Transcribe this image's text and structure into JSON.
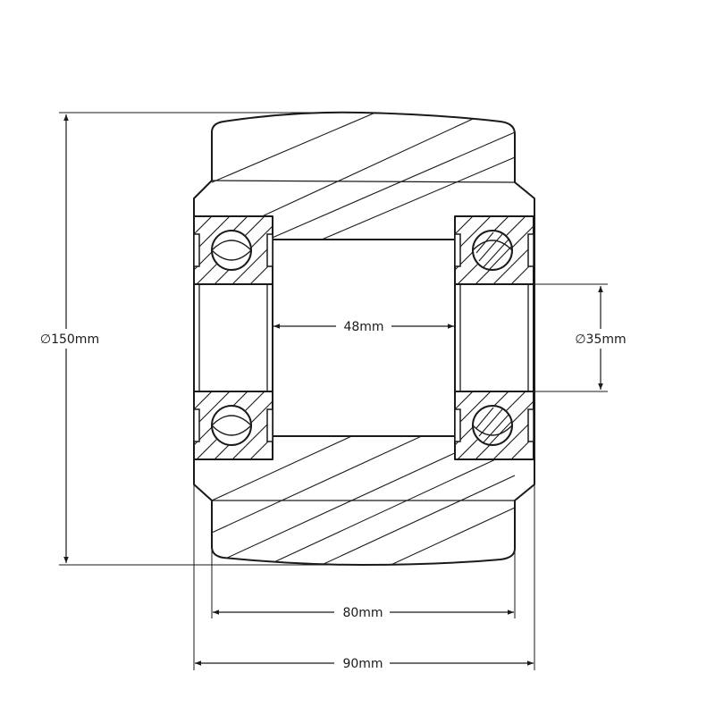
{
  "drawing": {
    "dimensions": {
      "outer_diameter": "∅150mm",
      "bore_diameter": "∅35mm",
      "inner_spacer_length": "48mm",
      "tread_width": "80mm",
      "overall_width": "90mm"
    },
    "line_color": "#1a1a1a",
    "background_color": "#ffffff"
  }
}
